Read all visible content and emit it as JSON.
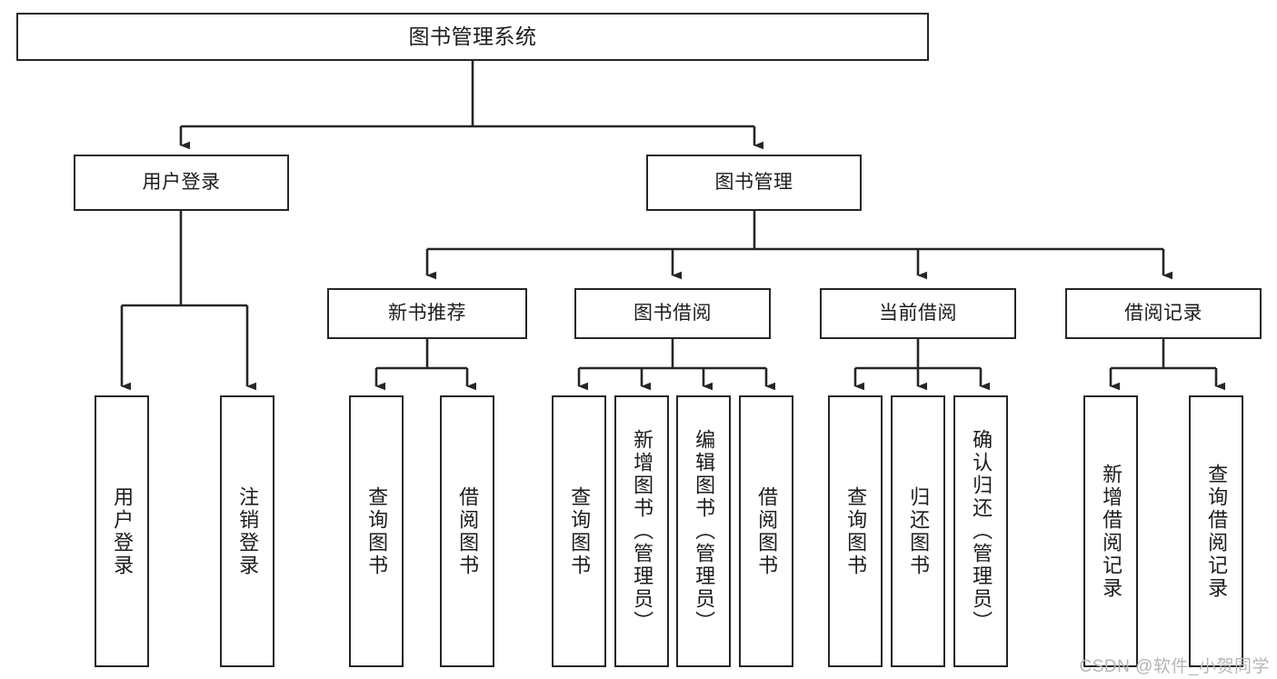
{
  "diagram": {
    "title": "图书管理系统",
    "type": "functional-structure-tree",
    "stroke_color": "#262626",
    "fill_color": "#ffffff"
  },
  "root": {
    "label": "图书管理系统"
  },
  "level2": [
    {
      "label": "用户登录"
    },
    {
      "label": "图书管理"
    }
  ],
  "level3": [
    {
      "label": "新书推荐"
    },
    {
      "label": "图书借阅"
    },
    {
      "label": "当前借阅"
    },
    {
      "label": "借阅记录"
    }
  ],
  "leaves": {
    "user_login": [
      {
        "label": "用户登录"
      },
      {
        "label": "注销登录"
      }
    ],
    "new_book_recommend": [
      {
        "label": "查询图书"
      },
      {
        "label": "借阅图书"
      }
    ],
    "book_borrow": [
      {
        "label": "查询图书"
      },
      {
        "label": "新增图书（管理员）"
      },
      {
        "label": "编辑图书（管理员）"
      },
      {
        "label": "借阅图书"
      }
    ],
    "current_borrow": [
      {
        "label": "查询图书"
      },
      {
        "label": "归还图书"
      },
      {
        "label": "确认归还（管理员）"
      }
    ],
    "borrow_record": [
      {
        "label": "新增借阅记录"
      },
      {
        "label": "查询借阅记录"
      }
    ]
  },
  "watermark": {
    "text": "CSDN @软件_小贺同学"
  }
}
